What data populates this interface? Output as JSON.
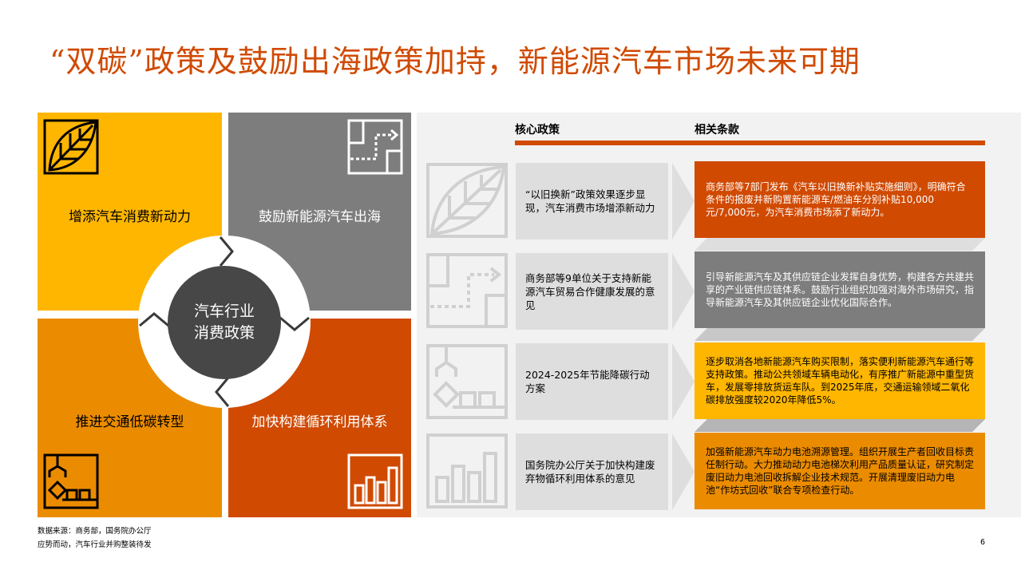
{
  "title": "“双碳”政策及鼓励出海政策加持，新能源汽车市场未来可期",
  "wheel": {
    "center_line1": "汽车行业",
    "center_line2": "消费政策",
    "quadrants": [
      {
        "label": "增添汽车消费新动力",
        "icon": "leaf-icon",
        "color": "#ffb600"
      },
      {
        "label": "鼓励新能源汽车出海",
        "icon": "route-map-icon",
        "color": "#7d7d7d"
      },
      {
        "label": "推进交通低碳转型",
        "icon": "robot-arm-icon",
        "color": "#eb8c00"
      },
      {
        "label": "加快构建循环利用体系",
        "icon": "bar-chart-icon",
        "color": "#d04a02"
      }
    ]
  },
  "table": {
    "header_policy": "核心政策",
    "header_clause": "相关条款",
    "accent": "#d04a02",
    "rows": [
      {
        "icon": "leaf-icon",
        "policy": "“以旧换新”政策效果逐步显现，汽车消费市场增添新动力",
        "clause": "商务部等7部门发布《汽车以旧换新补贴实施细则》，明确符合条件的报废并新购置新能源车/燃油车分别补贴10,000元/7,000元，为汽车消费市场添了新动力。",
        "color": "#d04a02",
        "text_color": "#ffffff"
      },
      {
        "icon": "route-map-icon",
        "policy": "商务部等9单位关于支持新能源汽车贸易合作健康发展的意见",
        "clause": "引导新能源汽车及其供应链企业发挥自身优势，构建各方共建共享的产业链供应链体系。鼓励行业组织加强对海外市场研究，指导新能源汽车及其供应链企业优化国际合作。",
        "color": "#7d7d7d",
        "text_color": "#ffffff"
      },
      {
        "icon": "robot-arm-icon",
        "policy": "2024-2025年节能降碳行动方案",
        "clause": "逐步取消各地新能源汽车购买限制，落实便利新能源汽车通行等支持政策。推动公共领域车辆电动化，有序推广新能源中重型货车，发展零排放货运车队。到2025年底，交通运输领域二氧化碳排放强度较2020年降低5%。",
        "color": "#ffb600",
        "text_color": "#000000"
      },
      {
        "icon": "bar-chart-icon",
        "policy": "国务院办公厅关于加快构建废弃物循环利用体系的意见",
        "clause": "加强新能源汽车动力电池溯源管理。组织开展生产者回收目标责任制行动。大力推动动力电池梯次利用产品质量认证，研究制定废旧动力电池回收拆解企业技术规范。开展清理废旧动力电池“作坊式回收”联合专项检查行动。",
        "color": "#eb8c00",
        "text_color": "#000000"
      }
    ]
  },
  "footer": {
    "source": "数据来源：商务部，国务院办公厅",
    "subtitle": "应势而动，汽车行业并购整装待发",
    "page": "6"
  }
}
